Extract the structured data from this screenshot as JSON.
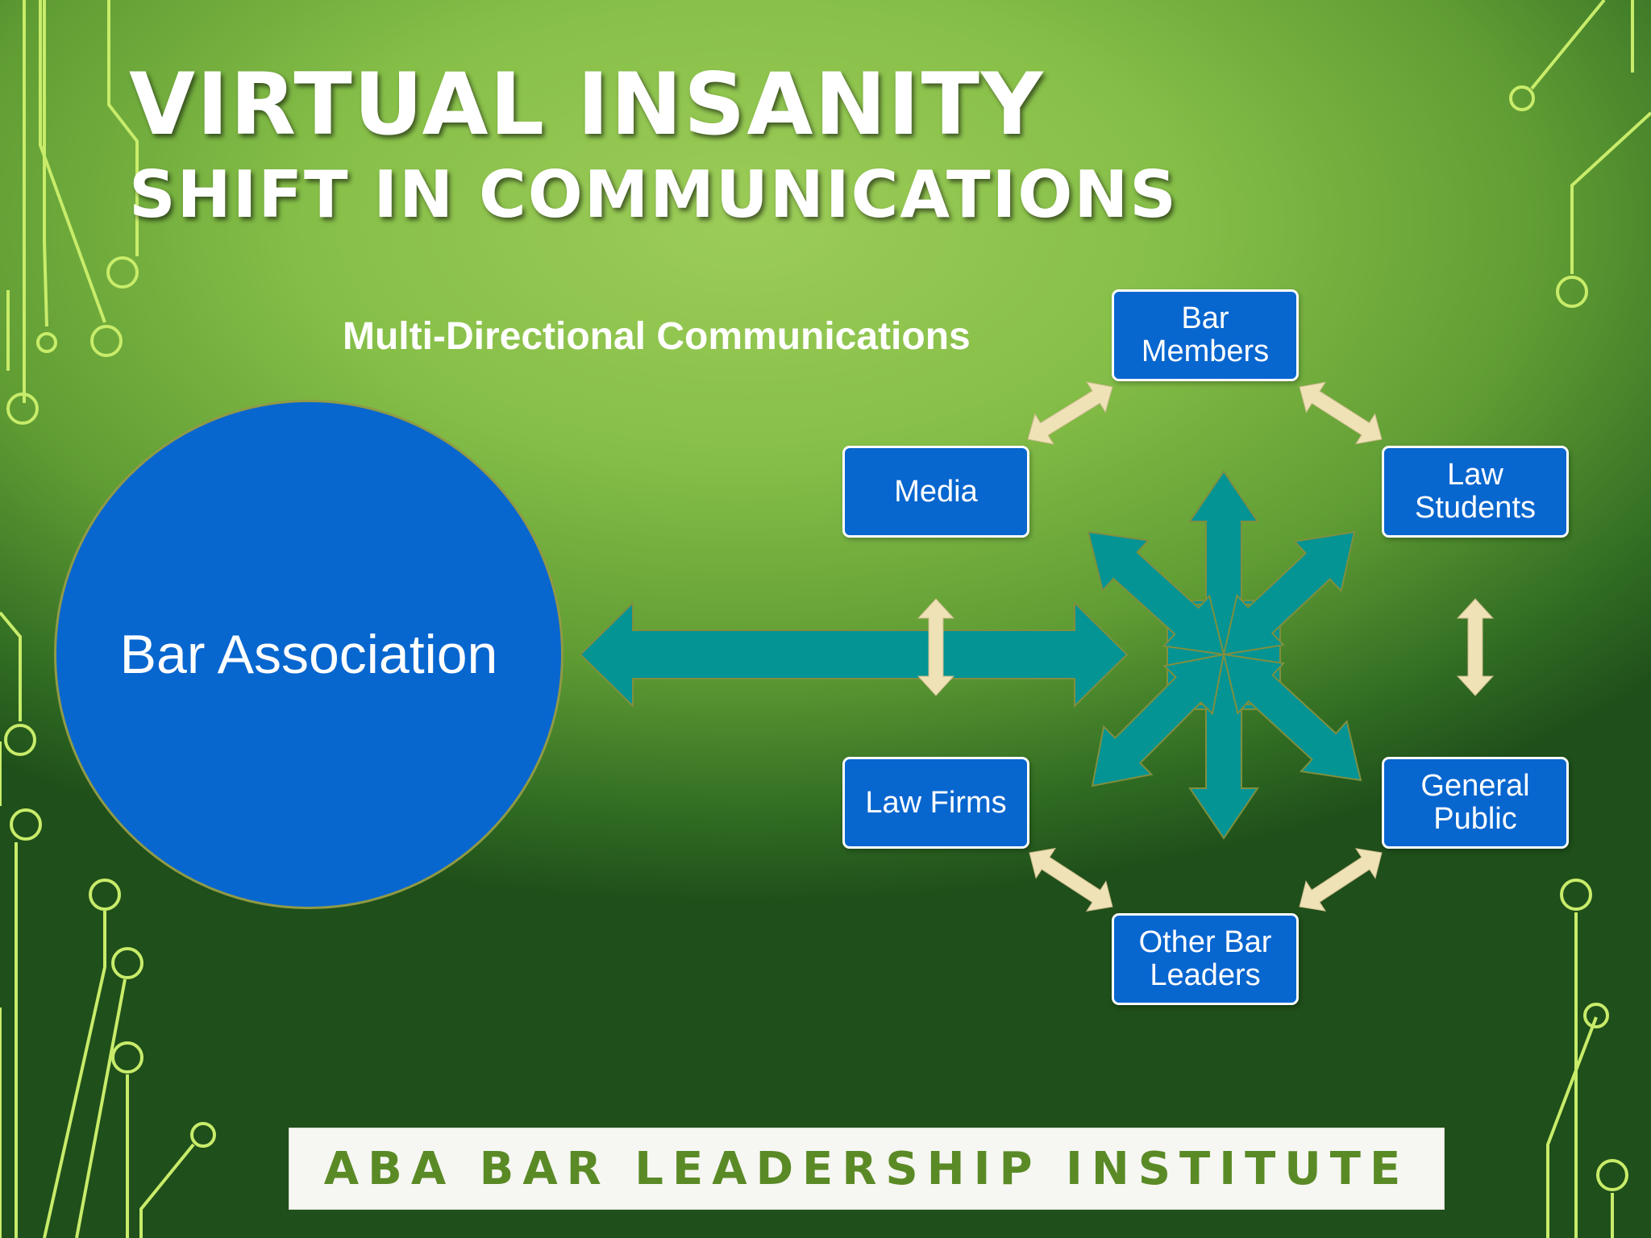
{
  "slide": {
    "title_line1": "VIRTUAL INSANITY",
    "title_line2": "SHIFT IN COMMUNICATIONS",
    "subtitle": "Multi-Directional Communications"
  },
  "diagram": {
    "center_label": "Bar Association",
    "nodes": {
      "bar_members": "Bar Members",
      "media": "Media",
      "law_students": "Law Students",
      "law_firms": "Law Firms",
      "general_public": "General Public",
      "other_bar_leaders": "Other Bar Leaders"
    }
  },
  "footer": {
    "banner_text": "ABA BAR LEADERSHIP INSTITUTE"
  },
  "colors": {
    "node_fill": "#0866cf",
    "big_arrow": "#049494",
    "small_arrow": "#efe2b6",
    "circuit": "#c8ec6a"
  }
}
